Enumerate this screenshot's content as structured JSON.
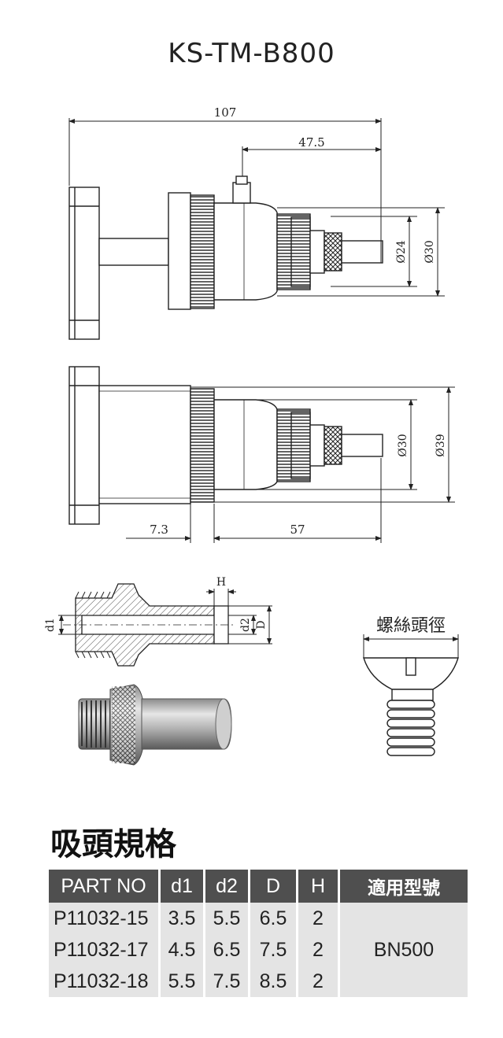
{
  "title": "KS-TM-B800",
  "dimensions": {
    "top": {
      "overall": "107",
      "partial": "47.5",
      "dia_inner": "Ø24",
      "dia_outer": "Ø30"
    },
    "side": {
      "left": "7.3",
      "right": "57",
      "dia_inner": "Ø30",
      "dia_outer": "Ø39"
    },
    "nozzle": {
      "h": "H",
      "d1": "d1",
      "d2": "d2",
      "d": "D"
    }
  },
  "thread_label": "螺絲頭徑",
  "section_title": "吸頭規格",
  "table": {
    "headers": [
      "PART NO",
      "d1",
      "d2",
      "D",
      "H",
      "適用型號"
    ],
    "rows": [
      [
        "P11032-15",
        "3.5",
        "5.5",
        "6.5",
        "2"
      ],
      [
        "P11032-17",
        "4.5",
        "6.5",
        "7.5",
        "2"
      ],
      [
        "P11032-18",
        "5.5",
        "7.5",
        "8.5",
        "2"
      ]
    ],
    "model": "BN500"
  },
  "colors": {
    "header_bg": "#4f4f4f",
    "cell_bg": "#e4e4e4",
    "line": "#222222"
  }
}
